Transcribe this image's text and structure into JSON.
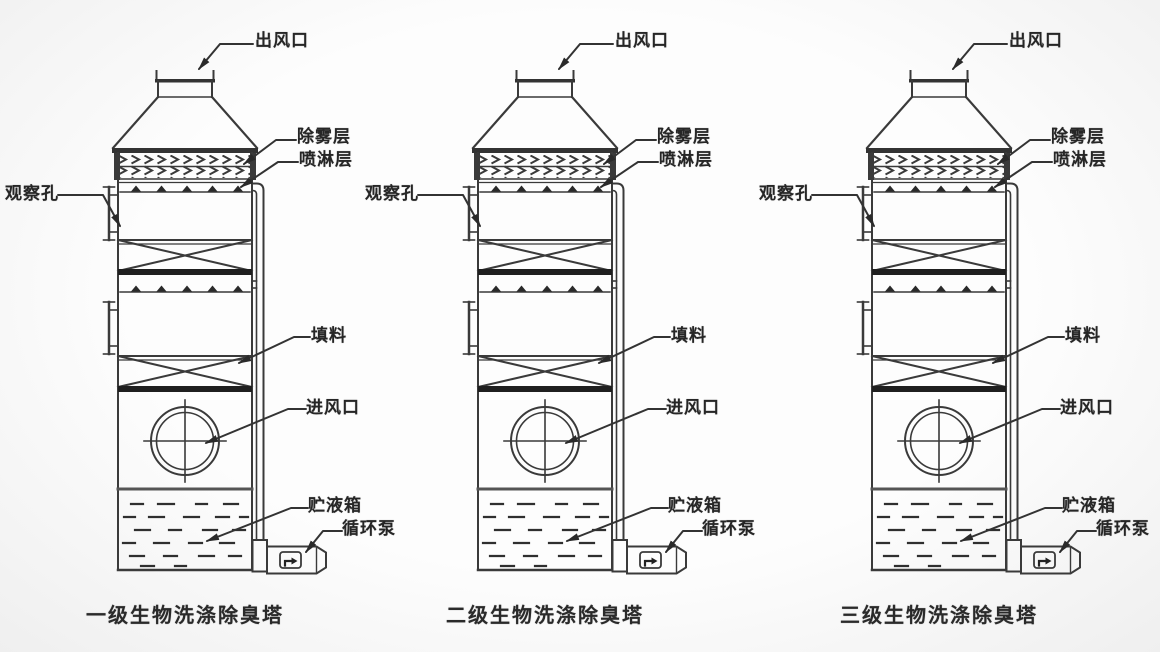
{
  "colors": {
    "background": "#f6f6f6",
    "line": "#3a3a3a",
    "text": "#262626"
  },
  "labels": {
    "outlet": "出风口",
    "demister": "除雾层",
    "spray": "喷淋层",
    "inspection": "观察孔",
    "packing": "填料",
    "inlet": "进风口",
    "tank": "贮液箱",
    "pump": "循环泵"
  },
  "towers": [
    {
      "caption": "一级生物洗涤除臭塔"
    },
    {
      "caption": "二级生物洗涤除臭塔"
    },
    {
      "caption": "三级生物洗涤除臭塔"
    }
  ]
}
